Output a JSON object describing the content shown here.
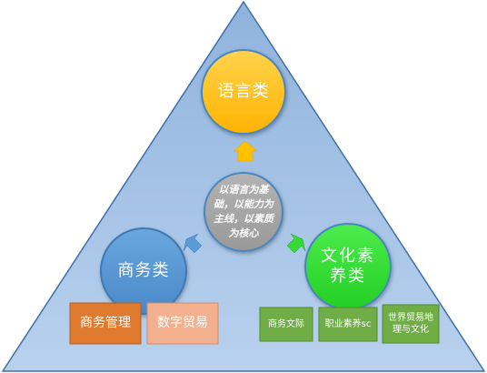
{
  "diagram": {
    "center": "以语言为基础，以能力为主线，以素质为核心",
    "nodes": {
      "language": "语言类",
      "business": "商务类",
      "culture": "文化素养类"
    },
    "business_items": [
      "商务管理",
      "数字贸易"
    ],
    "culture_items": [
      "商务文际",
      "职业素养sc",
      "世界贸易地理与文化"
    ],
    "colors": {
      "triangle_top": "#8fb3dd",
      "triangle_bottom": "#b9d1ee",
      "triangle_edge": "#3f6fa6",
      "language_circle": "#ffc000",
      "business_circle": "#5b9bd5",
      "culture_circle": "#38e038",
      "center_circle": "#a6a6a6",
      "business_box_dark": "#e07a2e",
      "business_box_light": "#f2b08f",
      "culture_box": "#70ad47"
    }
  }
}
